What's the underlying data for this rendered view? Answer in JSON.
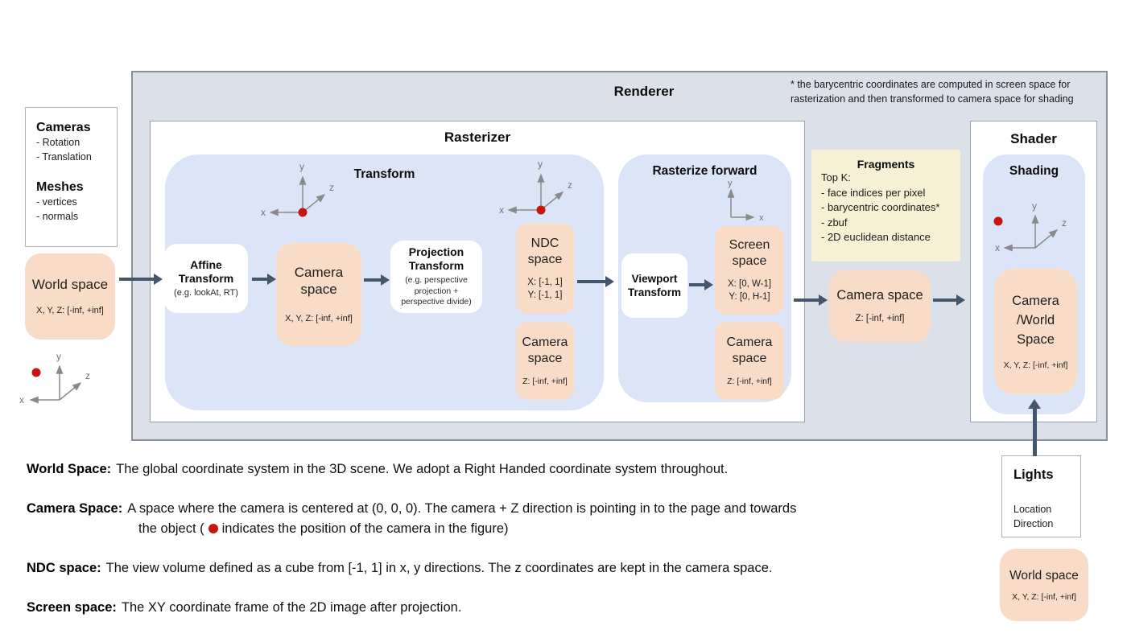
{
  "colors": {
    "renderer_bg": "#dce0e8",
    "section_blue": "#dbe5f7",
    "space_peach": "#f8dcc7",
    "fragments_yellow": "#f6f0d4",
    "arrow": "#44566c",
    "camera_dot_red": "#c9150f"
  },
  "renderer": {
    "title": "Renderer",
    "note": "* the barycentric coordinates are computed in screen space for rasterization and then transformed to camera space for shading"
  },
  "inputs_panel": {
    "cameras_title": "Cameras",
    "cameras_items": [
      "- Rotation",
      "- Translation"
    ],
    "meshes_title": "Meshes",
    "meshes_items": [
      "- vertices",
      "- normals"
    ]
  },
  "world_space_left": {
    "label": "World space",
    "range": "X, Y, Z: [-inf, +inf]"
  },
  "rasterizer": {
    "title": "Rasterizer",
    "transform": {
      "title": "Transform",
      "affine": {
        "title_line1": "Affine",
        "title_line2": "Transform",
        "subtitle": "(e.g. lookAt, RT)"
      },
      "camera_space": {
        "label": "Camera space",
        "range": "X, Y, Z: [-inf, +inf]"
      },
      "projection": {
        "title_line1": "Projection",
        "title_line2": "Transform",
        "subtitle": "(e.g. perspective projection + perspective divide)"
      },
      "ndc_space": {
        "label": "NDC space",
        "range1": "X: [-1, 1]",
        "range2": "Y: [-1, 1]"
      },
      "camera_space_z": {
        "label": "Camera space",
        "range": "Z: [-inf, +inf]"
      }
    },
    "rasterize_forward": {
      "title": "Rasterize forward",
      "viewport": {
        "title_line1": "Viewport",
        "title_line2": "Transform"
      },
      "screen_space": {
        "label": "Screen space",
        "range1": "X: [0, W-1]",
        "range2": "Y: [0, H-1]"
      },
      "camera_space_z": {
        "label": "Camera space",
        "range": "Z: [-inf, +inf]"
      }
    }
  },
  "fragments": {
    "title": "Fragments",
    "items": [
      "Top K:",
      "- face indices per pixel",
      "- barycentric coordinates*",
      "- zbuf",
      "- 2D euclidean distance"
    ]
  },
  "camera_space_mid": {
    "label": "Camera space",
    "range": "Z: [-inf, +inf]"
  },
  "shader": {
    "title": "Shader",
    "shading_title": "Shading",
    "camera_world": {
      "label_line1": "Camera",
      "label_line2": "/World",
      "label_line3": "Space",
      "range": "X, Y, Z: [-inf, +inf]"
    }
  },
  "lights_panel": {
    "title": "Lights",
    "items": [
      "Location",
      "Direction"
    ]
  },
  "world_space_right": {
    "label": "World space",
    "range": "X, Y, Z: [-inf, +inf]"
  },
  "definitions": {
    "world": {
      "term": "World Space:",
      "text": "The global coordinate system in the 3D scene. We adopt a Right Handed coordinate system throughout."
    },
    "camera": {
      "term": "Camera Space:",
      "text": "A space where the camera is centered at (0, 0, 0). The camera + Z direction is pointing in to the page and towards",
      "text2a": "the object (",
      "text2b": "indicates the position of the camera in the figure)"
    },
    "ndc": {
      "term": "NDC space:",
      "text": "The view volume defined as a cube from [-1, 1] in x, y directions. The z coordinates are kept in the camera space."
    },
    "screen": {
      "term": "Screen space:",
      "text": "The XY coordinate frame of the 2D image after projection."
    }
  },
  "axes_labels": {
    "x": "x",
    "y": "y",
    "z": "z"
  }
}
